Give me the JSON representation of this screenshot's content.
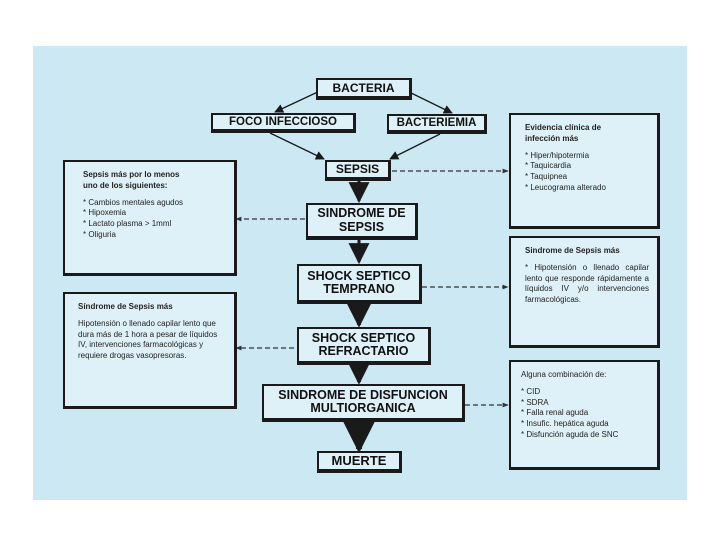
{
  "nodes": {
    "bacteria": "BACTERIA",
    "foco": "FOCO INFECCIOSO",
    "bacteriemia": "BACTERIEMIA",
    "sepsis": "SEPSIS",
    "sindrome_sepsis": "SINDROME DE\nSEPSIS",
    "shock_temprano": "SHOCK SEPTICO\nTEMPRANO",
    "shock_refractario": "SHOCK SEPTICO\nREFRACTARIO",
    "disfuncion": "SINDROME DE DISFUNCION\nMULTIORGANICA",
    "muerte": "MUERTE"
  },
  "notes": {
    "evidencia": {
      "title": "Evidencia clínica de\ninfección más",
      "items": [
        "* Hiper/hipotermia",
        "* Taquicardia",
        "* Taquipnea",
        "* Leucograma alterado"
      ]
    },
    "sepsis_criterios": {
      "title": "Sepsis más por lo menos\nuno de los siguientes:",
      "items": [
        "* Cambios mentales agudos",
        "* Hipoxemia",
        "* Lactato plasma > 1mml",
        "* Oliguria"
      ]
    },
    "temprano": {
      "title": "Sindrome de Sepsis más",
      "body": "* Hipotensión o llenado capilar lento que responde rápidamente a líquidos IV y/o intervenciones farmacológicas."
    },
    "refractario": {
      "title": "Síndrome de Sepsis más",
      "body": "Hipotensión o llenado capilar lento que dura más de 1 hora a pesar de líquidos IV, intervenciones farmacológicas y requiere drogas vasopresoras."
    },
    "combinacion": {
      "title": "Alguna combinación de:",
      "items": [
        "* CID",
        "* SDRA",
        "* Falla renal aguda",
        "* Insufic. hepática aguda",
        "* Disfunción aguda de SNC"
      ]
    }
  },
  "colors": {
    "panel": "#cbe8f3",
    "box": "#dff1f8",
    "ink": "#1a1a1a"
  }
}
